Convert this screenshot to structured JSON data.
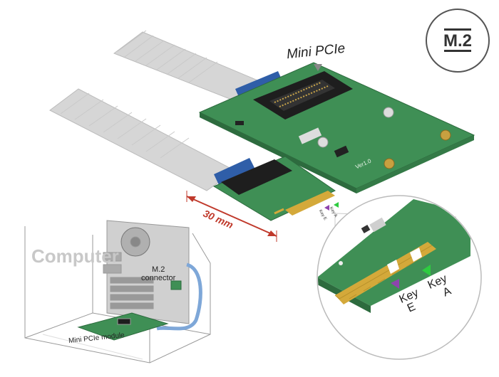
{
  "badge": {
    "text": "M.2"
  },
  "labels": {
    "mini_pcie": "Mini PCIe",
    "length": "30 mm",
    "computer": "Computer",
    "m2_connector_line1": "M.2",
    "m2_connector_line2": "connector",
    "mini_pcie_module": "Mini PCIe module",
    "key_e_word": "Key",
    "key_e_letter": "E",
    "key_a_word": "Key",
    "key_a_letter": "A",
    "small_key_e": "Key E",
    "small_key_a": "Key A",
    "board_text": "Ver1.0"
  },
  "colors": {
    "pcb_green": "#3f8f55",
    "ribbon": "#d8d8d8",
    "connector_black": "#1e1e1e",
    "gold": "#d4a93a",
    "dimension_red": "#c0392b",
    "key_e_purple": "#8e44ad",
    "key_a_green": "#2ecc40"
  }
}
